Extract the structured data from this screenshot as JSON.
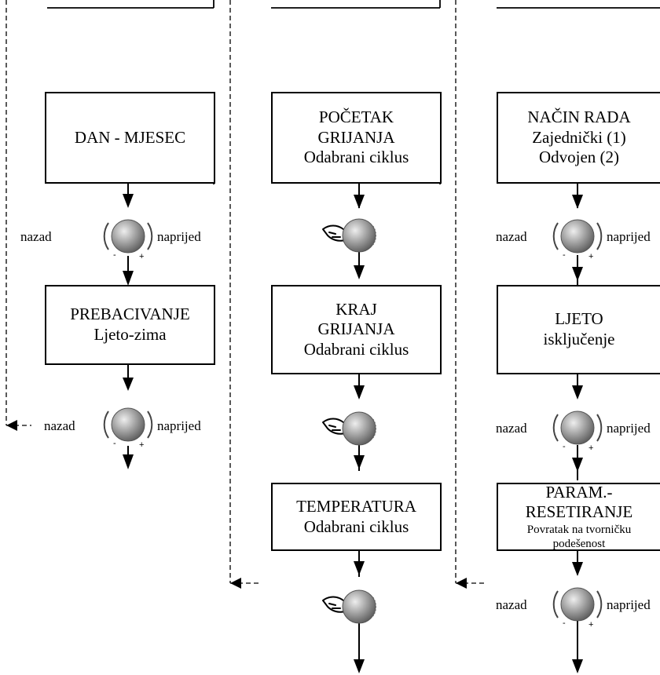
{
  "columns": [
    {
      "boxes": [
        {
          "lines": [
            "DAN - MJESEC"
          ]
        },
        {
          "lines": [
            "PREBACIVANJE",
            "Ljeto-zima"
          ]
        }
      ],
      "knobs": [
        {
          "left": "nazad",
          "right": "naprijed"
        },
        {
          "left": "nazad",
          "right": "naprijed"
        }
      ]
    },
    {
      "boxes": [
        {
          "lines": [
            "POČETAK",
            "GRIJANJA",
            "Odabrani ciklus"
          ]
        },
        {
          "lines": [
            "KRAJ",
            "GRIJANJA",
            "Odabrani ciklus"
          ]
        },
        {
          "lines": [
            "TEMPERATURA",
            "Odabrani ciklus"
          ]
        }
      ]
    },
    {
      "boxes": [
        {
          "lines": [
            "NAČIN RADA",
            "Zajednički (1)",
            "Odvojen (2)"
          ]
        },
        {
          "lines": [
            "LJETO",
            "isključenje"
          ]
        },
        {
          "lines": [
            "PARAM.-",
            "RESETIRANJE"
          ],
          "small": [
            "Povratak  na tvorničku",
            "podešenost"
          ]
        }
      ],
      "knobs": [
        {
          "left": "nazad",
          "right": "naprijed"
        },
        {
          "left": "nazad",
          "right": "naprijed"
        },
        {
          "left": "nazad",
          "right": "naprijed"
        }
      ]
    }
  ],
  "icons": {
    "knob": "rotary-knob-icon",
    "hand": "pressing-hand-icon"
  }
}
